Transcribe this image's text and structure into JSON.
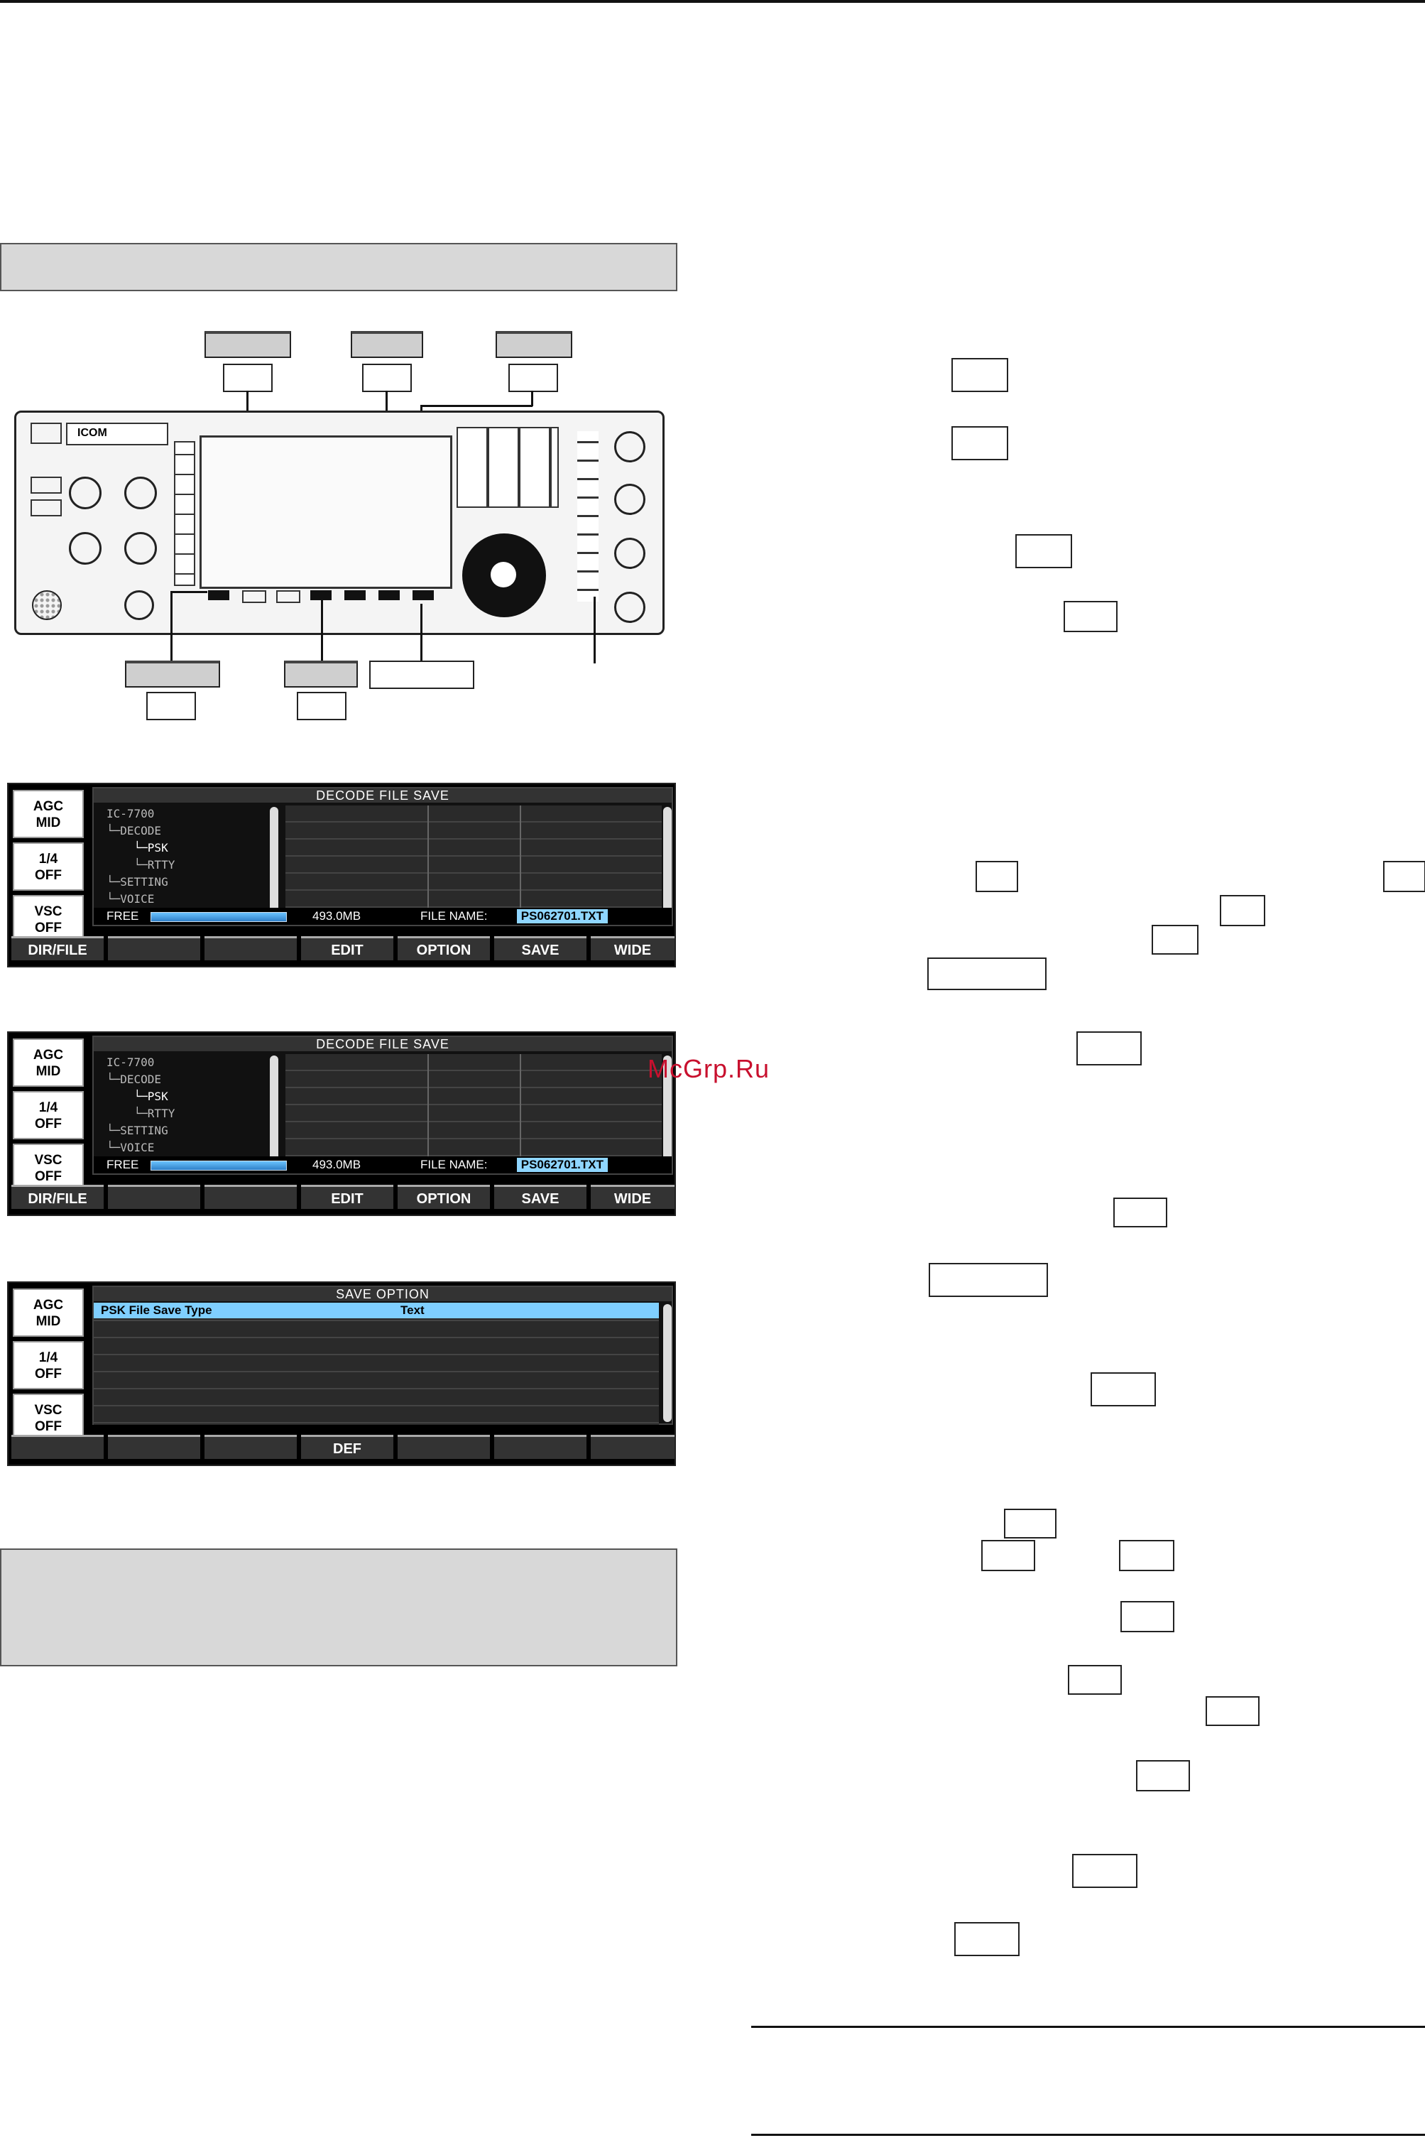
{
  "watermark": "McGrp.Ru",
  "radio": {
    "logo": "ICOM"
  },
  "screen1": {
    "title": "DECODE FILE SAVE",
    "tree": [
      "IC-7700",
      "DECODE",
      "PSK",
      "RTTY",
      "SETTING",
      "VOICE"
    ],
    "free_label": "FREE",
    "free_size": "493.0MB",
    "file_name_label": "FILE NAME:",
    "file_name": "PS062701.TXT"
  },
  "screen2": {
    "title": "DECODE FILE SAVE",
    "tree": [
      "IC-7700",
      "DECODE",
      "PSK",
      "RTTY",
      "SETTING",
      "VOICE"
    ],
    "free_label": "FREE",
    "free_size": "493.0MB",
    "file_name_label": "FILE NAME:",
    "file_name": "PS062701.TXT"
  },
  "screen3": {
    "title": "SAVE OPTION",
    "row_label": "PSK File Save Type",
    "row_value": "Text"
  },
  "side_keys": [
    {
      "line1": "AGC",
      "line2": "MID"
    },
    {
      "line1": "1/4",
      "line2": "OFF"
    },
    {
      "line1": "VSC",
      "line2": "OFF"
    }
  ],
  "fkeys_file": [
    "DIR/FILE",
    "",
    "",
    "EDIT",
    "OPTION",
    "SAVE",
    "WIDE"
  ],
  "fkeys_option": [
    "",
    "",
    "",
    "DEF",
    "",
    "",
    ""
  ]
}
